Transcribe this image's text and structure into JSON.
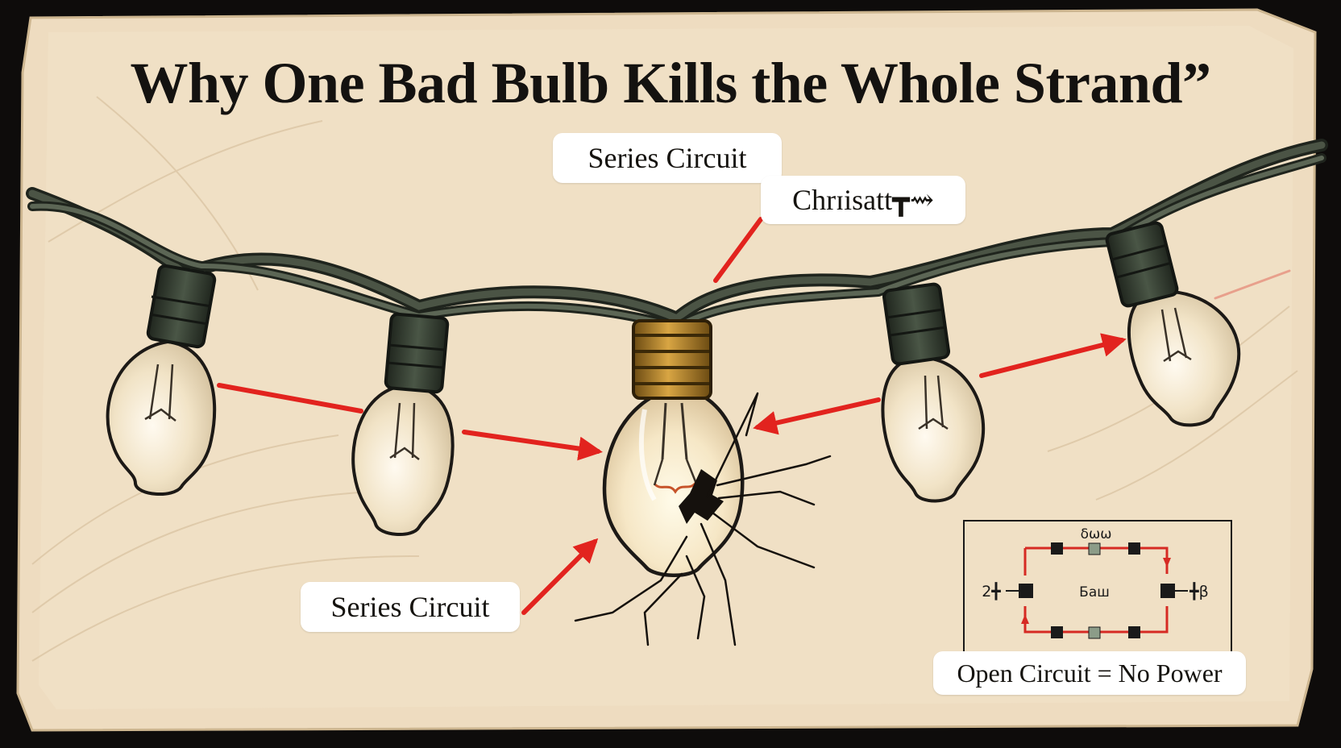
{
  "title": "Why One Bad Bulb Kills the Whole Strand”",
  "labels": {
    "series_circuit_top": "Series Circuit",
    "garbled_top": "Chrɪisatt┳⇝",
    "series_circuit_bottom": "Series Circuit",
    "open_circuit": "Open Circuit = No Power"
  },
  "schematic": {
    "top_label": "δωω",
    "center_label": "Бaш",
    "left_terminal": "2╋",
    "right_terminal": "╋β"
  },
  "colors": {
    "paper": "#eedcc0",
    "wire": "#3a4036",
    "socket": "#3a4637",
    "arrow": "#e2231e",
    "brass": "#b8860b",
    "ink": "#141210"
  },
  "icons": [
    "light-bulb-icon",
    "broken-bulb-icon",
    "crack-icon",
    "arrow-icon",
    "circuit-diagram-icon"
  ]
}
